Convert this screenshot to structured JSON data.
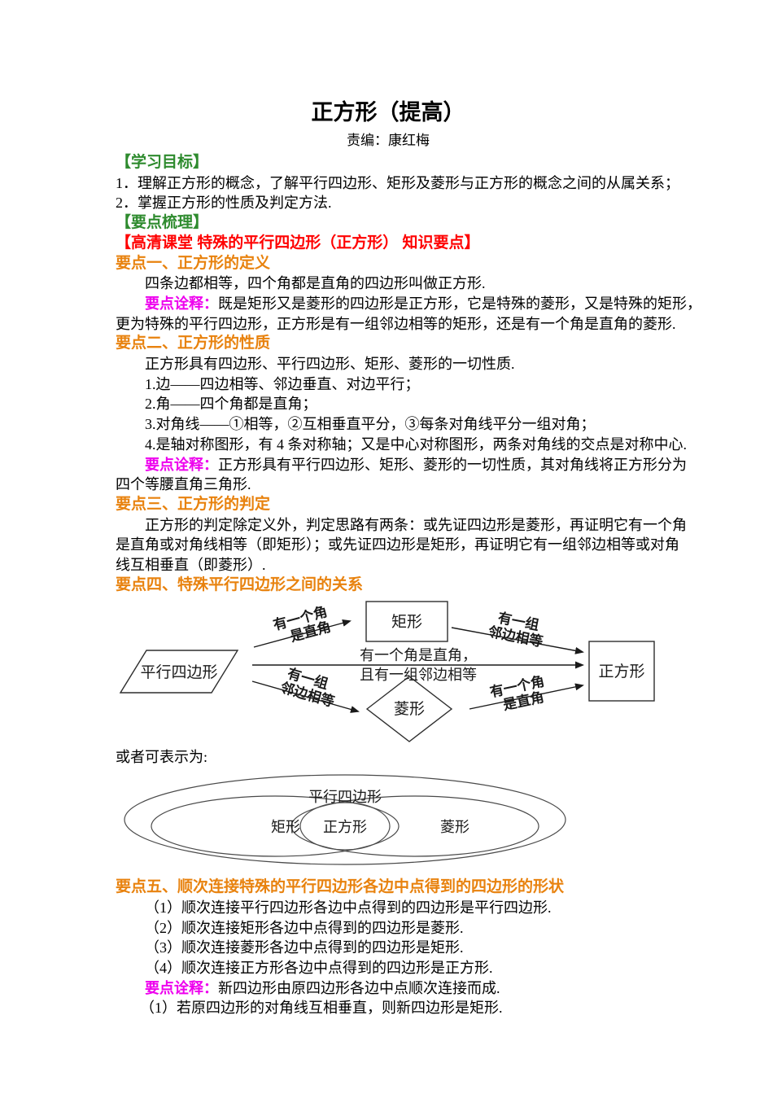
{
  "doc": {
    "title": "正方形（提高）",
    "byline": "责编：康红梅"
  },
  "colors": {
    "heading_green": "#2e8b2e",
    "heading_red": "#ff0000",
    "heading_orange": "#e8820e",
    "note_magenta": "#ee00ee",
    "body_text": "#000000"
  },
  "learning": {
    "header": "【学习目标】",
    "item1": "1．理解正方形的概念，了解平行四边形、矩形及菱形与正方形的概念之间的从属关系；",
    "item2": "2．掌握正方形的性质及判定方法."
  },
  "outline": {
    "header": "【要点梳理】",
    "hd_line": "【高清课堂 特殊的平行四边形（正方形） 知识要点】"
  },
  "point1": {
    "heading": "要点一、正方形的定义",
    "def": "四条边都相等，四个角都是直角的四边形叫做正方形.",
    "note_label": "要点诠释：",
    "note_l1": "既是矩形又是菱形的四边形是正方形，它是特殊的菱形，又是特殊的矩形，",
    "note_l2": "更为特殊的平行四边形，正方形是有一组邻边相等的矩形，还是有一个角是直角的菱形."
  },
  "point2": {
    "heading": "要点二、正方形的性质",
    "l1": "正方形具有四边形、平行四边形、矩形、菱形的一切性质.",
    "l2": "1.边——四边相等、邻边垂直、对边平行；",
    "l3": "2.角——四个角都是直角；",
    "l4": "3.对角线——①相等，②互相垂直平分，③每条对角线平分一组对角；",
    "l5": "4.是轴对称图形，有 4 条对称轴；又是中心对称图形，两条对角线的交点是对称中心.",
    "note_label": "要点诠释：",
    "note_l1": "正方形具有平行四边形、矩形、菱形的一切性质，其对角线将正方形分为",
    "note_l2": "四个等腰直角三角形."
  },
  "point3": {
    "heading": "要点三、正方形的判定",
    "l1": "正方形的判定除定义外，判定思路有两条：或先证四边形是菱形，再证明它有一个角",
    "l2": "是直角或对角线相等（即矩形）；或先证四边形是矩形，再证明它有一组邻边相等或对角",
    "l3": "线互相垂直（即菱形）."
  },
  "point4": {
    "heading": "要点四、特殊平行四边形之间的关系",
    "diagram": {
      "parallelogram": "平行四边形",
      "rectangle": "矩形",
      "rhombus": "菱形",
      "square": "正方形",
      "arrow_para_rect_l1": "有一个角",
      "arrow_para_rect_l2": "是直角",
      "arrow_rect_square_l1": "有一组",
      "arrow_rect_square_l2": "邻边相等",
      "arrow_mid_l1": "有一个角是直角，",
      "arrow_mid_l2": "且有一组邻边相等",
      "arrow_para_rhombus_l1": "有一组",
      "arrow_para_rhombus_l2": "邻边相等",
      "arrow_rhombus_square_l1": "有一个角",
      "arrow_rhombus_square_l2": "是直角"
    },
    "alt_text": "或者可表示为:",
    "venn": {
      "outer": "平行四边形",
      "left": "矩形",
      "center": "正方形",
      "right": "菱形"
    }
  },
  "point5": {
    "heading": "要点五、顺次连接特殊的平行四边形各边中点得到的四边形的形状",
    "items": [
      "（1）顺次连接平行四边形各边中点得到的四边形是平行四边形.",
      "（2）顺次连接矩形各边中点得到的四边形是菱形.",
      "（3）顺次连接菱形各边中点得到的四边形是矩形.",
      "（4）顺次连接正方形各边中点得到的四边形是正方形."
    ],
    "note_label": "要点诠释：",
    "note_text": "新四边形由原四边形各边中点顺次连接而成.",
    "sub1": "（1）若原四边形的对角线互相垂直，则新四边形是矩形."
  }
}
